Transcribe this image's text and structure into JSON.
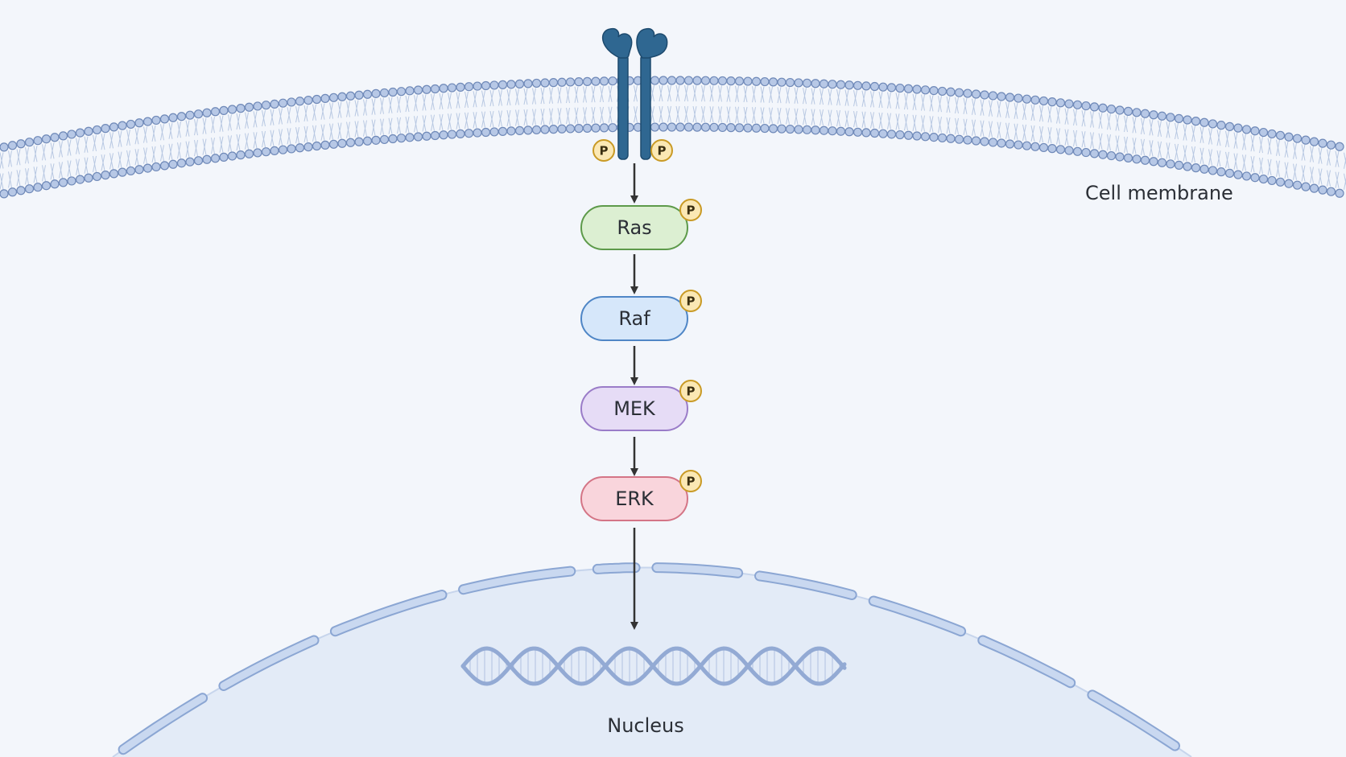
{
  "labels": {
    "membrane": "Cell membrane",
    "nucleus": "Nucleus",
    "phospho": "P"
  },
  "cascade": [
    {
      "name": "Ras",
      "fill": "#dcefd2",
      "stroke": "#5d9a4a"
    },
    {
      "name": "Raf",
      "fill": "#d6e7fa",
      "stroke": "#4f86c6"
    },
    {
      "name": "MEK",
      "fill": "#e6dcf6",
      "stroke": "#9a7cc8"
    },
    {
      "name": "ERK",
      "fill": "#f9d5dc",
      "stroke": "#d47586"
    }
  ],
  "colors": {
    "background": "#f3f6fb",
    "lipid_head": "#b7c8e6",
    "lipid_head_stroke": "#6f89b8",
    "receptor": "#2f6791",
    "receptor_dark": "#1d4a6e",
    "phospho_fill": "#fbe8b4",
    "phospho_stroke": "#c99a25",
    "arrow": "#333333",
    "nucleus_fill": "#e3ebf7",
    "envelope": "#b6c8e6",
    "dna": "#93aad4"
  }
}
